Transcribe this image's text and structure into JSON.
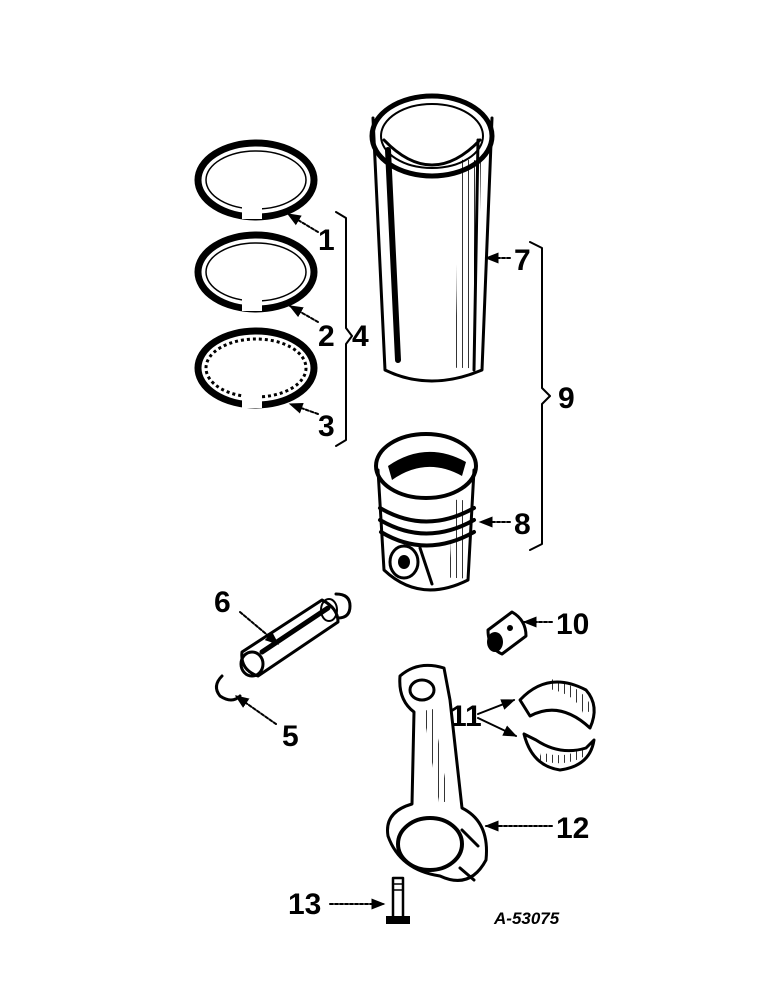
{
  "callouts": {
    "c1": "1",
    "c2": "2",
    "c3": "3",
    "c4": "4",
    "c5": "5",
    "c6": "6",
    "c7": "7",
    "c8": "8",
    "c9": "9",
    "c10": "10",
    "c11": "11",
    "c12": "12",
    "c13": "13"
  },
  "reference_code": "A-53075"
}
